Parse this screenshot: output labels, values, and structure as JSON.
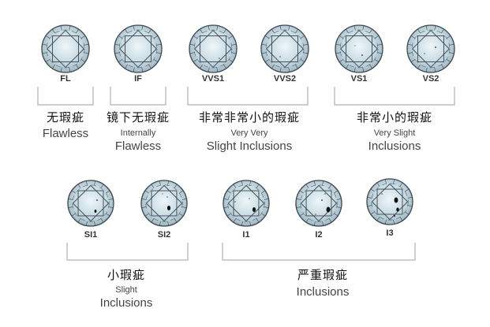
{
  "colors": {
    "stone": "#c9dbe3",
    "outline": "#3b4750",
    "bracket": "#b0b0b0"
  },
  "grades": [
    {
      "label": "FL",
      "inclusions": 0
    },
    {
      "label": "IF",
      "inclusions": 0
    },
    {
      "label": "VVS1",
      "inclusions": 1
    },
    {
      "label": "VVS2",
      "inclusions": 1
    },
    {
      "label": "VS1",
      "inclusions": 2
    },
    {
      "label": "VS2",
      "inclusions": 2
    },
    {
      "label": "SI1",
      "inclusions": 3
    },
    {
      "label": "SI2",
      "inclusions": 3
    },
    {
      "label": "I1",
      "inclusions": 4
    },
    {
      "label": "I2",
      "inclusions": 5
    },
    {
      "label": "I3",
      "inclusions": 5
    }
  ],
  "groups": [
    {
      "zh": "无瑕疵",
      "line1": "",
      "line2": "Flawless"
    },
    {
      "zh": "镜下无瑕疵",
      "line1": "Internally",
      "line2": "Flawless"
    },
    {
      "zh": "非常非常小的瑕疵",
      "line1": "Very Very",
      "line2": "Slight Inclusions"
    },
    {
      "zh": "非常小的瑕疵",
      "line1": "Very Slight",
      "line2": "Inclusions"
    },
    {
      "zh": "小瑕疵",
      "line1": "Slight",
      "line2": "Inclusions"
    },
    {
      "zh": "严重瑕疵",
      "line1": "",
      "line2": "Inclusions"
    }
  ]
}
